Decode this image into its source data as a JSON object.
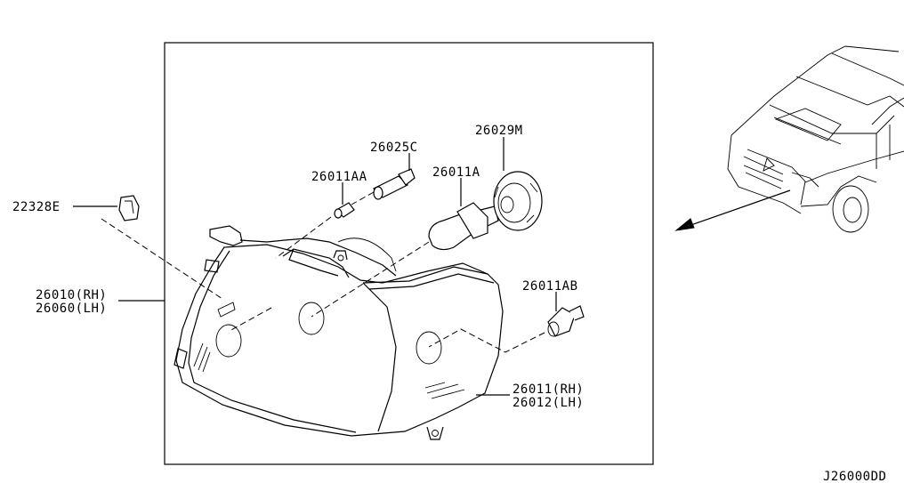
{
  "diagram_code": "J26000DD",
  "labels": {
    "clip": "22328E",
    "housing_rh": "26010(RH)",
    "housing_lh": "26060(LH)",
    "socket": "26025C",
    "small_bulb": "26011AA",
    "main_bulb": "26011A",
    "bulb_cap": "26029M",
    "side_bulb": "26011AB",
    "lens_rh": "26011(RH)",
    "lens_lh": "26012(LH)"
  }
}
